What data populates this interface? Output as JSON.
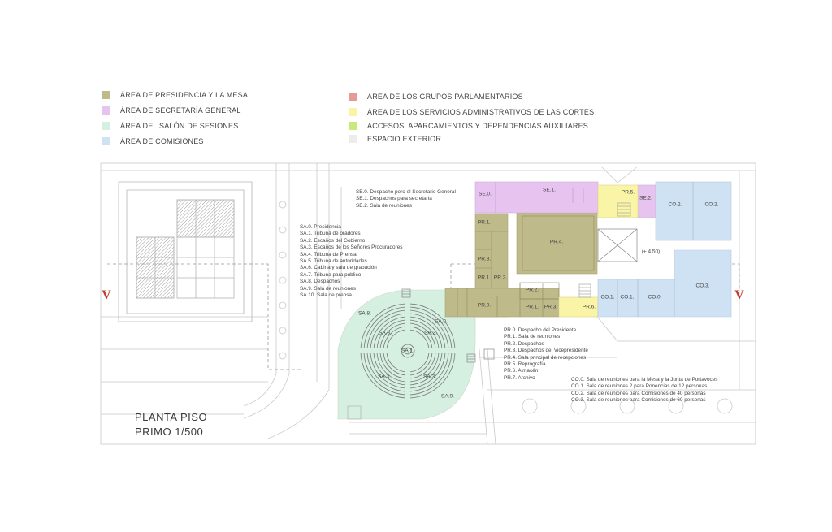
{
  "legend": [
    {
      "label": "ÁREA DE PRESIDENCIA Y LA MESA",
      "color": "#bfba89"
    },
    {
      "label": "ÁREA DE SECRETARÍA GENERAL",
      "color": "#e7c3ef"
    },
    {
      "label": "ÁREA DEL SALÓN DE SESIONES",
      "color": "#d5efe0"
    },
    {
      "label": "ÁREA DE COMISIONES",
      "color": "#cfe2f4"
    },
    {
      "label": "ÁREA DE LOS GRUPOS PARLAMENTARIOS",
      "color": "#e59b96"
    },
    {
      "label": "ÁREA DE LOS SERVICIOS ADMINISTRATIVOS DE LAS CORTES",
      "color": "#f9f4a6"
    },
    {
      "label": "ACCESOS, APARCAMIENTOS Y DEPENDENCIAS AUXILIARES",
      "color": "#c8ea7d"
    },
    {
      "label": "ESPACIO EXTERIOR",
      "color": "#ececec"
    }
  ],
  "keys": {
    "se": [
      "SE.0. Despacho poro el Secretario General",
      "SE.1. Despachos para secretaria",
      "SE.2. Sala de reuniones"
    ],
    "sa": [
      "SA.0. Presidencia",
      "SA.1. Tribuna de oradores",
      "SA.2. Escaños del Gobierno",
      "SA.3. Escaños de los Señores Procuradores",
      "SA.4. Tribuna de Prensa",
      "SA.5. Tribuna de autoridades",
      "SA.6. Cabina y sala de grabación",
      "SA.7. Tribuna para público",
      "SA.8. Despachos",
      "SA.9. Sala de reuniones",
      "SA.10. Sala de prensa"
    ],
    "pr": [
      "PR.0. Despacho del Presidente",
      "PR.1. Sala de reuniones",
      "PR.2. Despachos",
      "PR.3. Despachos del Vicepresidente",
      "PR.4. Sala principal de recepciones",
      "PR.5. Reprografía",
      "PR.6. Almacén",
      "PR.7. Archivo"
    ],
    "co": [
      "CO.0. Sala de reuniones para la Mesa y la Junta de Portavoces",
      "CO.1. Sala de reuniones 2 para Ponencias de 12 personas",
      "CO.2. Sala de reuniones para Comisiones de 40 personas",
      "CO.3. Sala de reuniones para Comisiones de 60 personas"
    ]
  },
  "title": {
    "line1": "PLANTA PISO",
    "line2": "PRIMO 1/500"
  },
  "level": "(+ 4.50)",
  "marker": "V",
  "rooms": {
    "se0": "SE.0.",
    "se1": "SE.1.",
    "se2": "SE.2.",
    "pr1a": "PR.1.",
    "pr3a": "PR.3.",
    "pr1b": "PR.1.",
    "pr2a": "PR.2.",
    "pr0": "PR.0.",
    "pr4": "PR.4.",
    "pr2b": "PR.2.",
    "pr1c": "PR.1.",
    "pr3b": "PR.3.",
    "pr6": "PR.6.",
    "pr5": "PR.5.",
    "co2a": "CO.2.",
    "co2b": "CO.2.",
    "co1a": "CO.1.",
    "co1b": "CO.1.",
    "co0": "CO.0.",
    "co3": "CO.3.",
    "sa8": "SA.8.",
    "sa0": "SA.0.",
    "sa3a": "SA.3.",
    "sa2": "SA.2.",
    "sa1": "SA.1.",
    "sa3b": "SA.3.",
    "sa3c": "SA.3.",
    "sa9": "SA.9."
  }
}
